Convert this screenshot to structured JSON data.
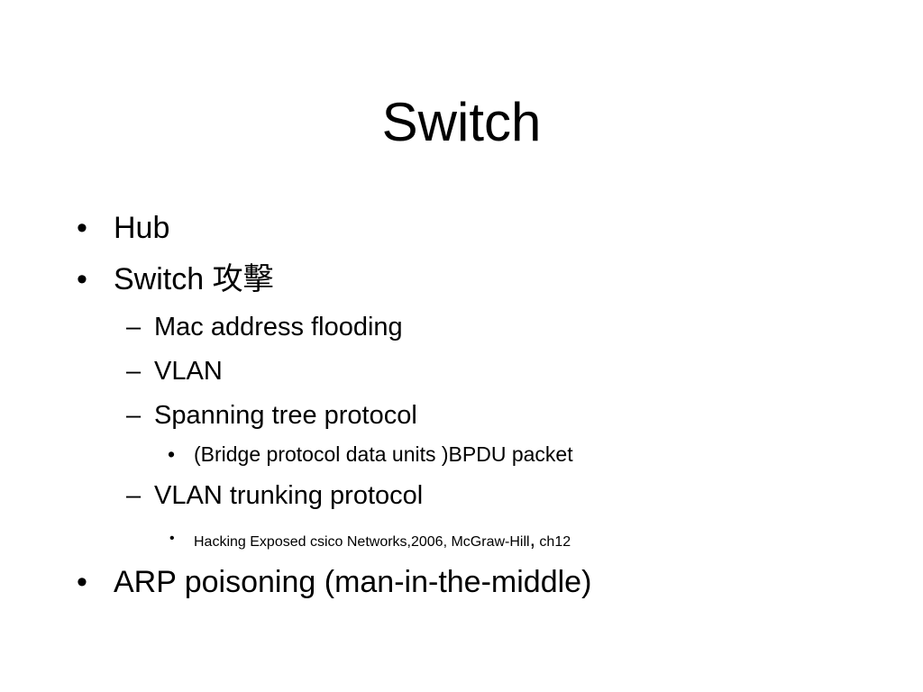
{
  "slide": {
    "title": "Switch",
    "items": [
      {
        "marker": "•",
        "text": "Hub"
      },
      {
        "marker": "•",
        "text": "Switch ",
        "suffix": "攻擊"
      },
      {
        "marker": "–",
        "text": "Mac address flooding"
      },
      {
        "marker": "–",
        "text": "VLAN"
      },
      {
        "marker": "–",
        "text": "Spanning tree protocol"
      },
      {
        "marker": "•",
        "text": "(Bridge protocol data units )BPDU packet"
      },
      {
        "marker": "–",
        "text": "VLAN trunking protocol"
      },
      {
        "marker": "•",
        "text": "Hacking Exposed csico Networks,2006, McGraw-Hill",
        "sep": ",",
        "suffix": " ch12"
      },
      {
        "marker": "•",
        "text": "ARP poisoning (man-in-the-middle)"
      }
    ]
  }
}
